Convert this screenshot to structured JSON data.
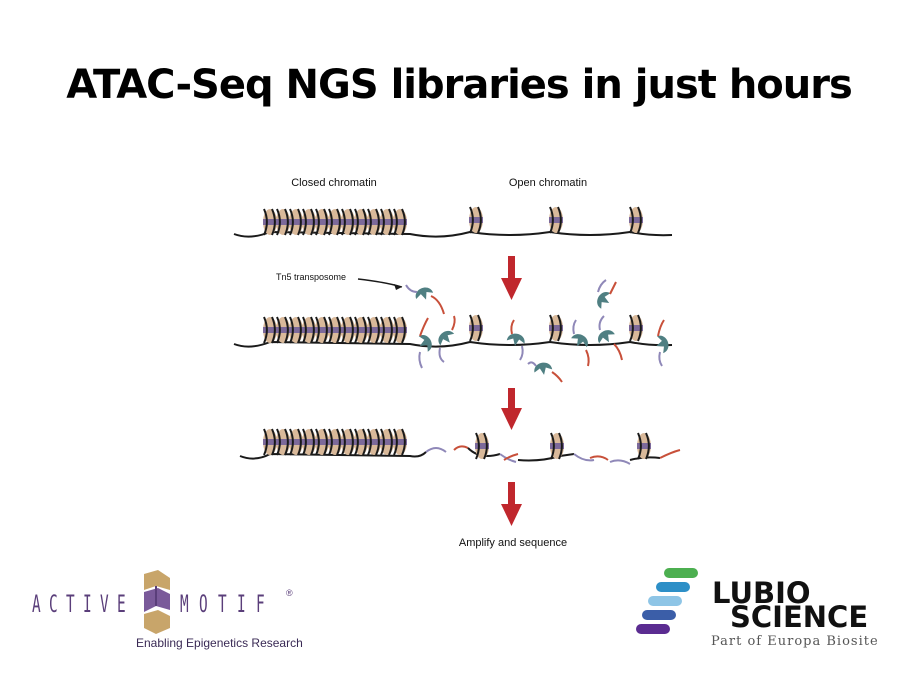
{
  "slide": {
    "title": "ATAC-Seq NGS libraries in just hours"
  },
  "diagram": {
    "label_closed": "Closed chromatin",
    "label_open": "Open chromatin",
    "label_tn5": "Tn5 transposome",
    "label_amplify": "Amplify and sequence",
    "colors": {
      "dna": "#1a1a1a",
      "nucleosome": "#d9b99a",
      "histone_band": "#6b5a9a",
      "arrow": "#c0272d",
      "transposase": "#4f7f82",
      "adapter_red": "#c8503a",
      "adapter_purple": "#8f88b8"
    }
  },
  "logos": {
    "active_motif": {
      "left_letters": [
        "A",
        "C",
        "T",
        "I",
        "V",
        "E"
      ],
      "right_letters": [
        "M",
        "O",
        "T",
        "I",
        "F"
      ],
      "registered": "®",
      "tagline": "Enabling Epigenetics Research"
    },
    "lubio": {
      "word1": "LUBIO",
      "word2": "SCIENCE",
      "tagline": "Part of Europa Biosite",
      "bar_colors": [
        "#4caf50",
        "#2d8fc7",
        "#8ec5e6",
        "#3b5ea8",
        "#5b2c91"
      ]
    }
  }
}
